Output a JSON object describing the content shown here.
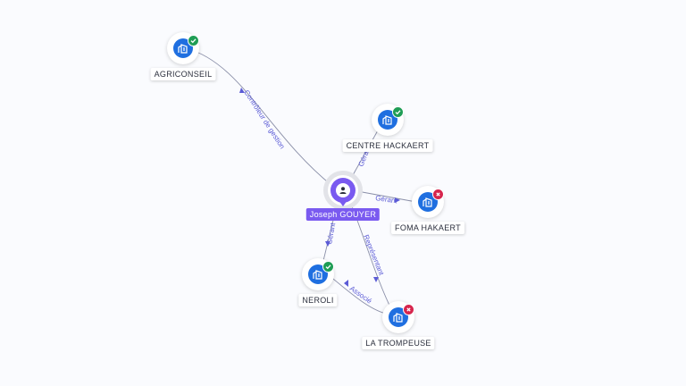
{
  "colors": {
    "person": "#7a5af0",
    "company": "#1f6fe0",
    "active": "#1f9d55",
    "closed": "#d6254d",
    "edge": "#8a8fa8",
    "edge_label": "#5b5bd6"
  },
  "person": {
    "name": "Joseph GOUYER",
    "icon": "person-icon"
  },
  "companies": [
    {
      "id": "agriconseil",
      "name": "AGRICONSEIL",
      "status": "active",
      "icon": "company-building-icon"
    },
    {
      "id": "centre",
      "name": "CENTRE HACKAERT",
      "status": "active",
      "icon": "company-building-icon"
    },
    {
      "id": "foma",
      "name": "FOMA HAKAERT",
      "status": "closed",
      "icon": "company-building-icon"
    },
    {
      "id": "neroli",
      "name": "NEROLI",
      "status": "active",
      "icon": "company-building-icon"
    },
    {
      "id": "trompeuse",
      "name": "LA TROMPEUSE",
      "status": "closed",
      "icon": "company-building-icon"
    }
  ],
  "relations": [
    {
      "from": "person",
      "to": "agriconseil",
      "label": "Contrôleur de gestion"
    },
    {
      "from": "person",
      "to": "centre",
      "label": "Gérant"
    },
    {
      "from": "person",
      "to": "foma",
      "label": "Gérant"
    },
    {
      "from": "person",
      "to": "neroli",
      "label": "Gérant"
    },
    {
      "from": "person",
      "to": "trompeuse",
      "label": "Représentant"
    },
    {
      "from": "trompeuse",
      "to": "neroli",
      "label": "Associé"
    }
  ]
}
